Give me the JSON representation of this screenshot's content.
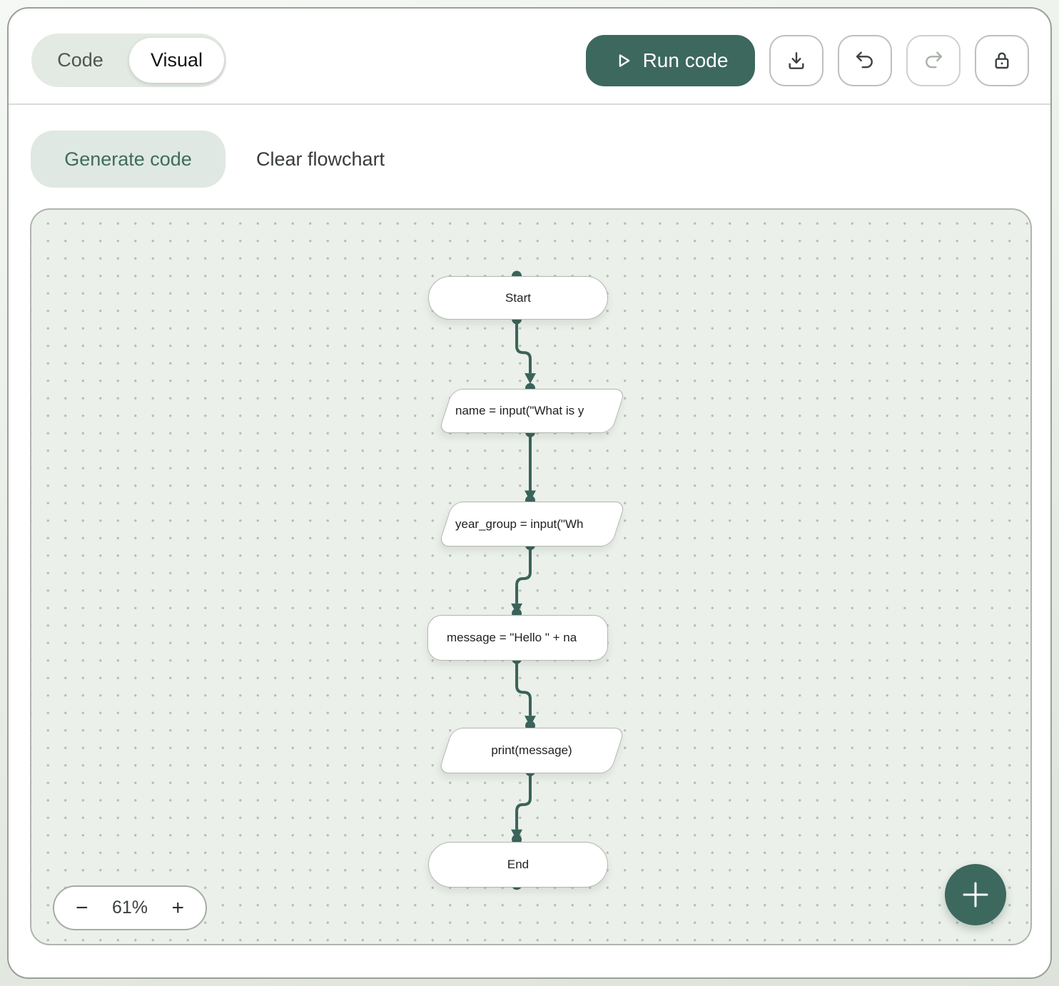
{
  "toolbar": {
    "mode_toggle": {
      "options": [
        {
          "label": "Code"
        },
        {
          "label": "Visual"
        }
      ],
      "selected": "Visual"
    },
    "run_button_label": "Run code",
    "icon_buttons": [
      {
        "icon": "download-icon",
        "disabled": false
      },
      {
        "icon": "undo-icon",
        "disabled": false
      },
      {
        "icon": "redo-icon",
        "disabled": true
      },
      {
        "icon": "lock-icon",
        "disabled": false
      }
    ]
  },
  "actions_bar": {
    "generate_code_label": "Generate code",
    "clear_flowchart_label": "Clear flowchart"
  },
  "canvas": {
    "zoom_control": {
      "decrease_label": "−",
      "level": "61%",
      "increase_label": "+"
    },
    "add_node_button_label": "+",
    "nodes": [
      {
        "id": "start",
        "type": "terminator",
        "label": "Start"
      },
      {
        "id": "input-name",
        "type": "input-output",
        "label": "name = input(\"What is y"
      },
      {
        "id": "input-year-group",
        "type": "input-output",
        "label": "year_group = input(\"Wh"
      },
      {
        "id": "assign-message",
        "type": "process",
        "label": "message = \"Hello \" + na"
      },
      {
        "id": "print-message",
        "type": "input-output",
        "label": "print(message)"
      },
      {
        "id": "end",
        "type": "terminator",
        "label": "End"
      }
    ],
    "edges": [
      {
        "from": "start",
        "to": "input-name"
      },
      {
        "from": "input-name",
        "to": "input-year-group"
      },
      {
        "from": "input-year-group",
        "to": "assign-message"
      },
      {
        "from": "assign-message",
        "to": "print-message"
      },
      {
        "from": "print-message",
        "to": "end"
      }
    ]
  },
  "colors": {
    "accent": "#3d685e",
    "edge": "#3a6359",
    "canvas_bg": "#ebf0ea",
    "generate_pill_bg": "#dfe8e2"
  }
}
